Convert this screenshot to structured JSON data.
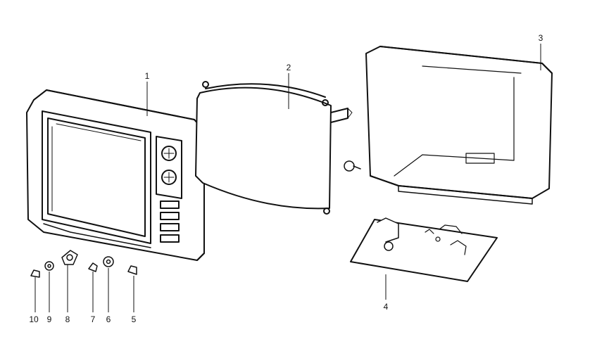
{
  "diagram": {
    "callouts": [
      {
        "id": "1",
        "text": "1"
      },
      {
        "id": "2",
        "text": "2"
      },
      {
        "id": "3",
        "text": "3"
      },
      {
        "id": "4",
        "text": "4"
      },
      {
        "id": "5",
        "text": "5"
      },
      {
        "id": "6",
        "text": "6"
      },
      {
        "id": "7",
        "text": "7"
      },
      {
        "id": "8",
        "text": "8"
      },
      {
        "id": "9",
        "text": "9"
      },
      {
        "id": "10",
        "text": "10"
      }
    ],
    "colors": {
      "ink": "#111111",
      "paper": "#ffffff",
      "shade": "#cfcfcf"
    }
  }
}
